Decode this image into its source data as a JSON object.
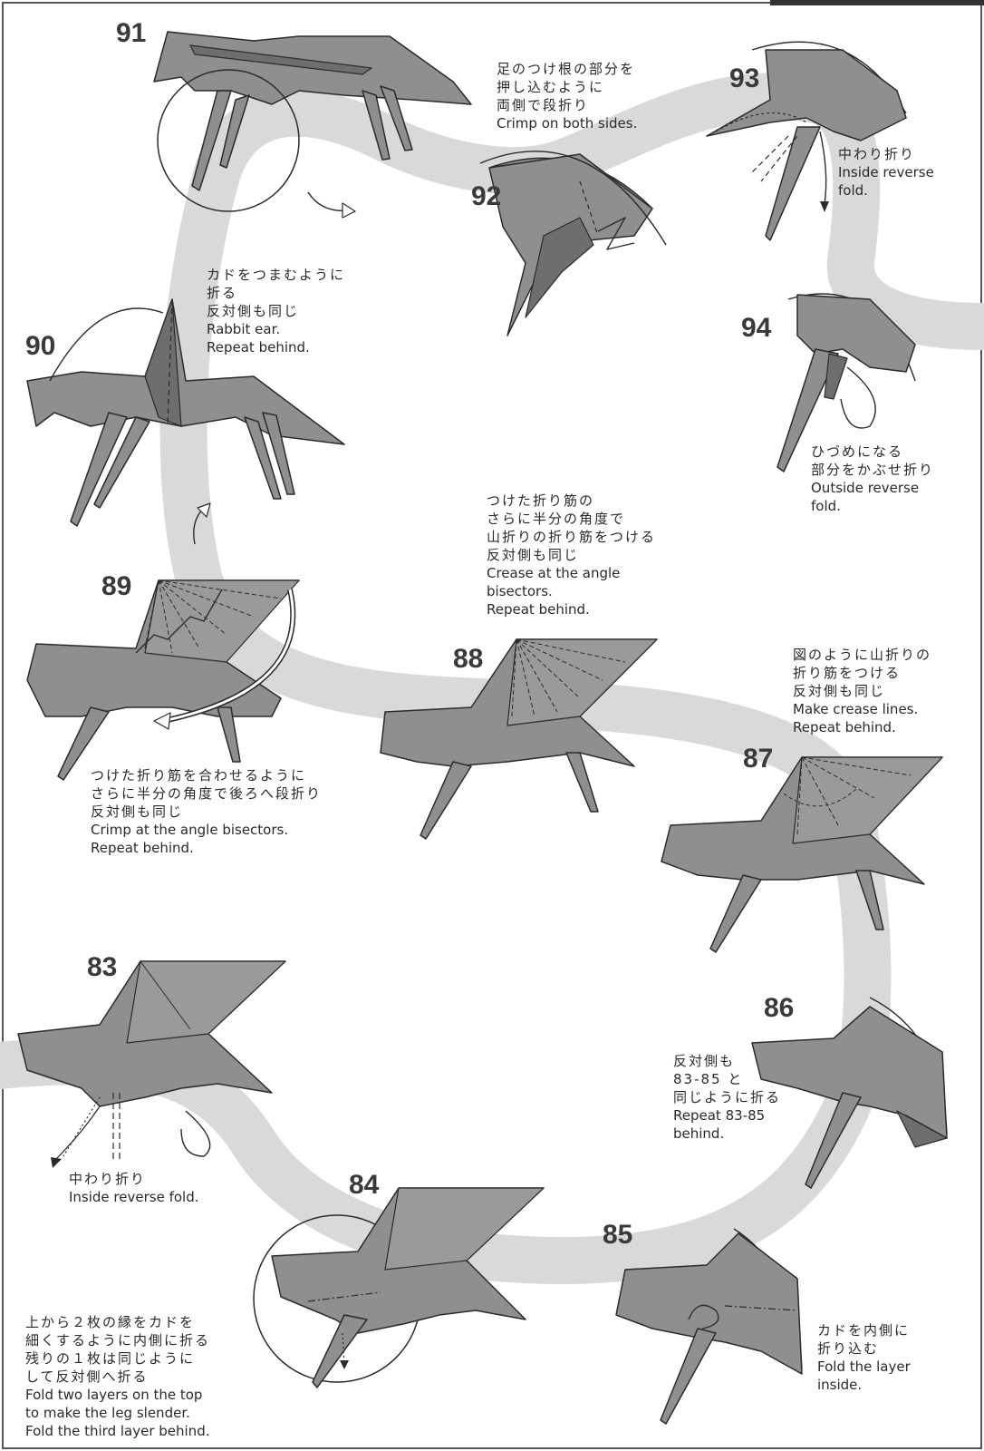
{
  "steps": {
    "s83": "83",
    "s84": "84",
    "s85": "85",
    "s86": "86",
    "s87": "87",
    "s88": "88",
    "s89": "89",
    "s90": "90",
    "s91": "91",
    "s92": "92",
    "s93": "93",
    "s94": "94"
  },
  "notes": {
    "n92": [
      "足のつけ根の部分を",
      "押し込むように",
      "両側で段折り",
      "Crimp on both sides."
    ],
    "n93": [
      "中わり折り",
      "Inside reverse",
      "fold."
    ],
    "n90": [
      "カドをつまむように",
      "折る",
      "反対側も同じ",
      "Rabbit ear.",
      "Repeat behind."
    ],
    "n94": [
      "ひづめになる",
      "部分をかぶせ折り",
      "Outside reverse",
      "fold."
    ],
    "n88": [
      "つけた折り筋の",
      "さらに半分の角度で",
      "山折りの折り筋をつける",
      "反対側も同じ",
      "Crease at the angle",
      "bisectors.",
      "Repeat behind."
    ],
    "n87": [
      "図のように山折りの",
      "折り筋をつける",
      "反対側も同じ",
      "Make crease lines.",
      "Repeat behind."
    ],
    "n89": [
      "つけた折り筋を合わせるように",
      "さらに半分の角度で後ろへ段折り",
      "反対側も同じ",
      "Crimp at the angle bisectors.",
      "Repeat behind."
    ],
    "n86": [
      "反対側も",
      "83-85 と",
      "同じように折る",
      "Repeat 83-85",
      "behind."
    ],
    "n83": [
      "中わり折り",
      "Inside reverse fold."
    ],
    "n84": [
      "上から２枚の縁をカドを",
      "細くするように内側に折る",
      "残りの１枚は同じように",
      "して反対側へ折る",
      "Fold two layers on the top",
      "to make the leg slender.",
      "Fold the third layer behind."
    ],
    "n85": [
      "カドを内側に",
      "折り込む",
      "Fold the layer",
      "inside."
    ]
  },
  "colors": {
    "paper": "#8f8f8f",
    "paper_light": "#b4b4b4",
    "paper_dark": "#6e6e6e",
    "path_band": "#d9d9d9",
    "line": "#2b2b2b"
  }
}
